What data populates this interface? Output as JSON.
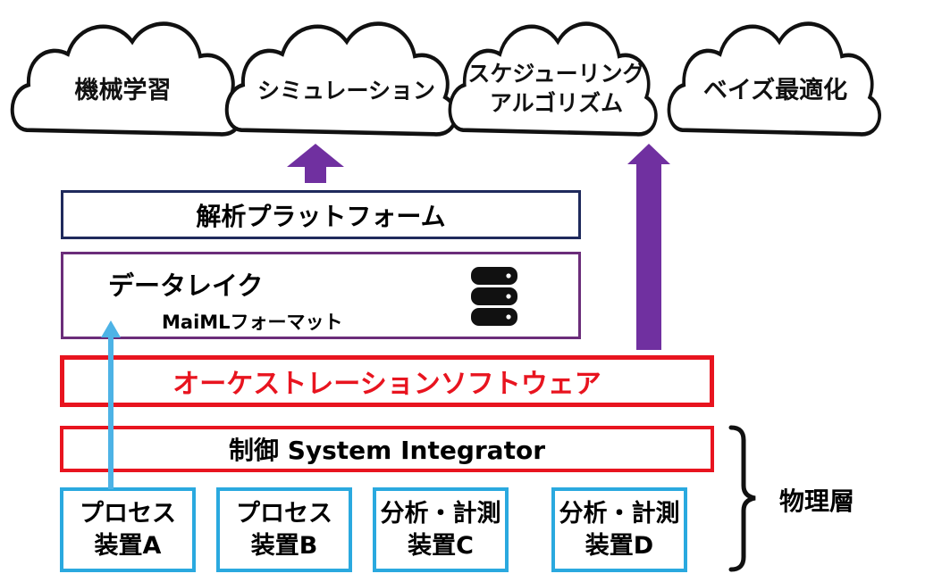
{
  "clouds": [
    {
      "label": "機械学習"
    },
    {
      "label": "シミュレーション"
    },
    {
      "line1": "スケジューリング",
      "line2": "アルゴリズム"
    },
    {
      "label": "ベイズ最適化"
    }
  ],
  "layers": {
    "platform": "解析プラットフォーム",
    "datalake_title": "データレイク",
    "datalake_format": "MaiMLフォーマット",
    "orchestration": "オーケストレーションソフトウェア",
    "control": "制御 System Integrator"
  },
  "devices": [
    {
      "line1": "プロセス",
      "line2": "装置A"
    },
    {
      "line1": "プロセス",
      "line2": "装置B"
    },
    {
      "line1": "分析・計測",
      "line2": "装置C"
    },
    {
      "line1": "分析・計測",
      "line2": "装置D"
    }
  ],
  "physical_layer_label": "物理層",
  "colors": {
    "platform_border": "#1f2a5c",
    "datalake_border": "#6b2d7a",
    "orchestration": "#e8141f",
    "device_border": "#2aa9df",
    "arrow_purple": "#7030a0",
    "arrow_blue": "#4db3e6"
  }
}
